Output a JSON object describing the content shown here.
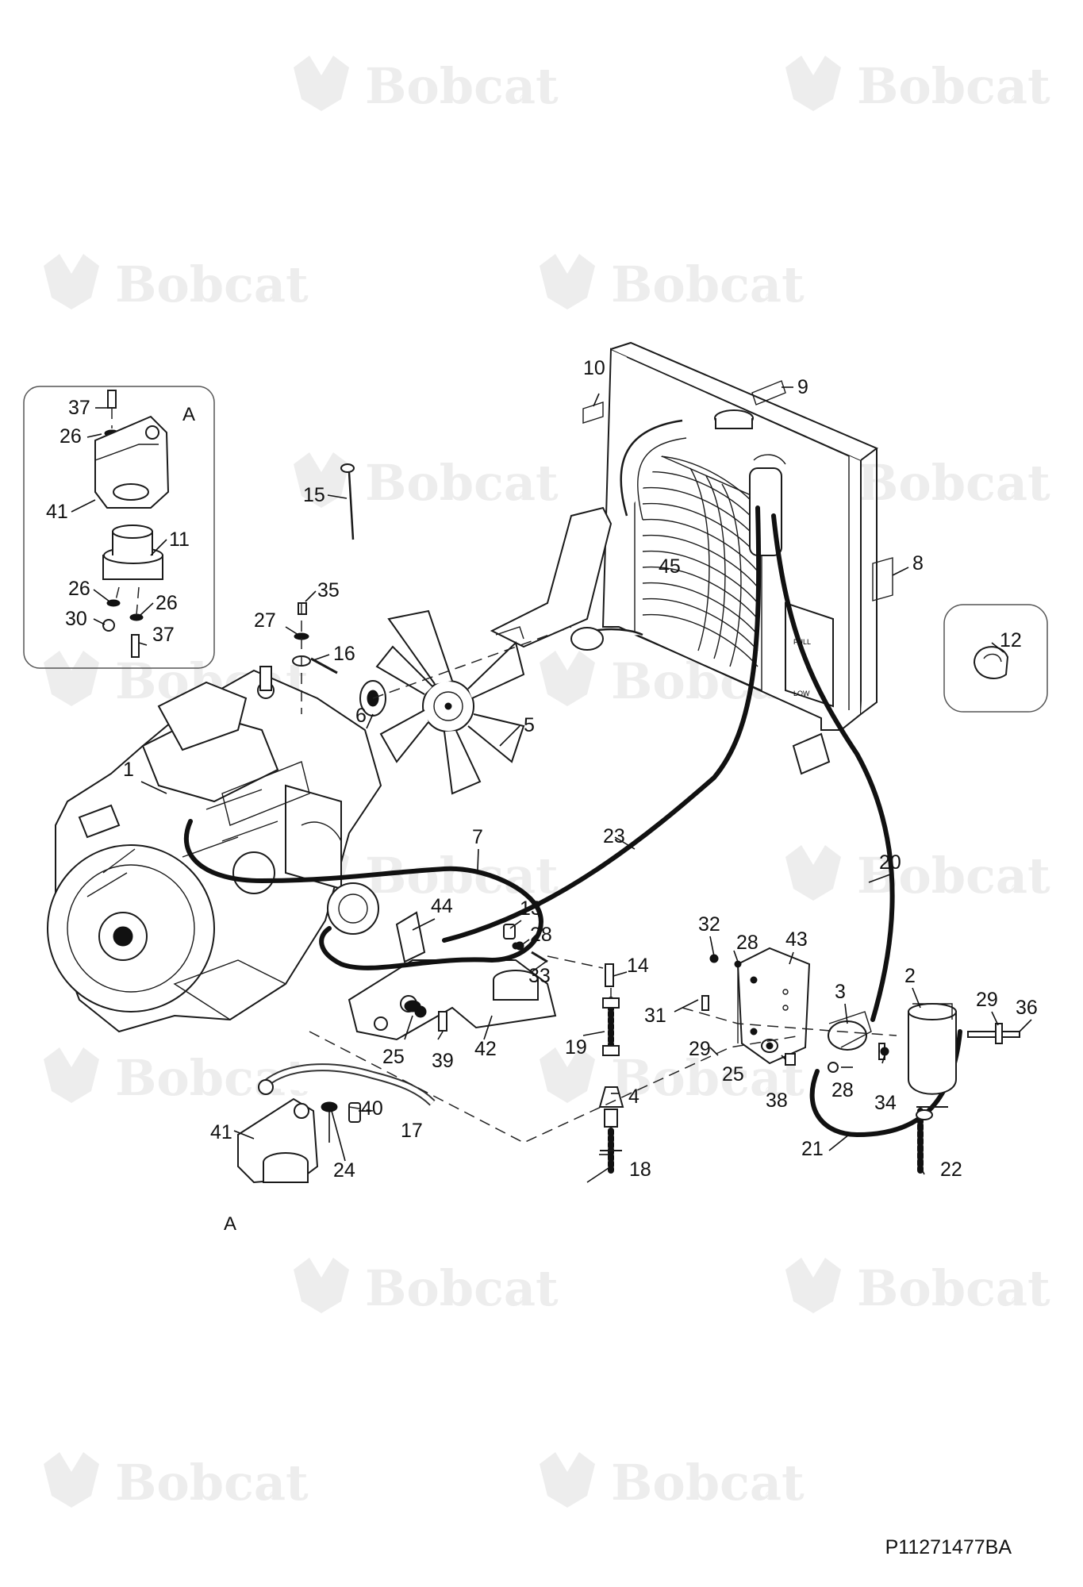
{
  "watermark": {
    "brand": "Bobcat",
    "registered": "®"
  },
  "detail_ref": "A",
  "part_code": "P11271477BA",
  "callouts": {
    "c1": "1",
    "c2": "2",
    "c3": "3",
    "c4": "4",
    "c5": "5",
    "c6": "6",
    "c7": "7",
    "c8": "8",
    "c9": "9",
    "c10": "10",
    "c11": "11",
    "c12": "12",
    "c13": "13",
    "c14": "14",
    "c15": "15",
    "c16": "16",
    "c17": "17",
    "c18": "18",
    "c19": "19",
    "c20": "20",
    "c21": "21",
    "c22": "22",
    "c23": "23",
    "c24": "24",
    "c25": "25",
    "c26": "26",
    "c27": "27",
    "c28": "28",
    "c29": "29",
    "c30": "30",
    "c31": "31",
    "c32": "32",
    "c33": "33",
    "c34": "34",
    "c35": "35",
    "c36": "36",
    "c37": "37",
    "c38": "38",
    "c39": "39",
    "c40": "40",
    "c41": "41",
    "c42": "42",
    "c43": "43",
    "c44": "44",
    "c45": "45"
  },
  "tank_marks": {
    "full": "FULL",
    "low": "LOW"
  }
}
